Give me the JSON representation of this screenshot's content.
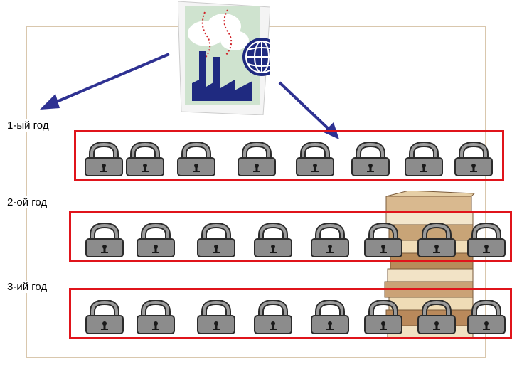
{
  "rows": [
    {
      "label": "1-ый год",
      "lock_count": 8
    },
    {
      "label": "2-ой год",
      "lock_count": 8
    },
    {
      "label": "3-ий год",
      "lock_count": 8
    }
  ],
  "colors": {
    "row_border": "#e0141b",
    "frame": "#d9c7ad",
    "arrow": "#2e3192",
    "lock_body": "#8c8c8c"
  },
  "icons": [
    "factory-globe-icon",
    "padlock-icon",
    "book-stack-icon",
    "arrow-icon"
  ]
}
